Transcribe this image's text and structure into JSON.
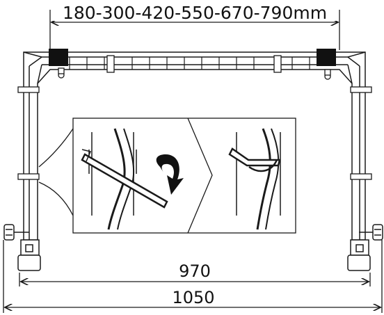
{
  "dimensions": {
    "top_range": "180-300-420-550-670-790mm",
    "inner_width": "970",
    "outer_width": "1050"
  },
  "colors": {
    "line": "#1a1a1a",
    "fill": "#ffffff",
    "dark": "#111111"
  },
  "icons": {
    "arrow": "curved-rotate-arrow-icon",
    "chevron": "chevron-right-icon"
  }
}
